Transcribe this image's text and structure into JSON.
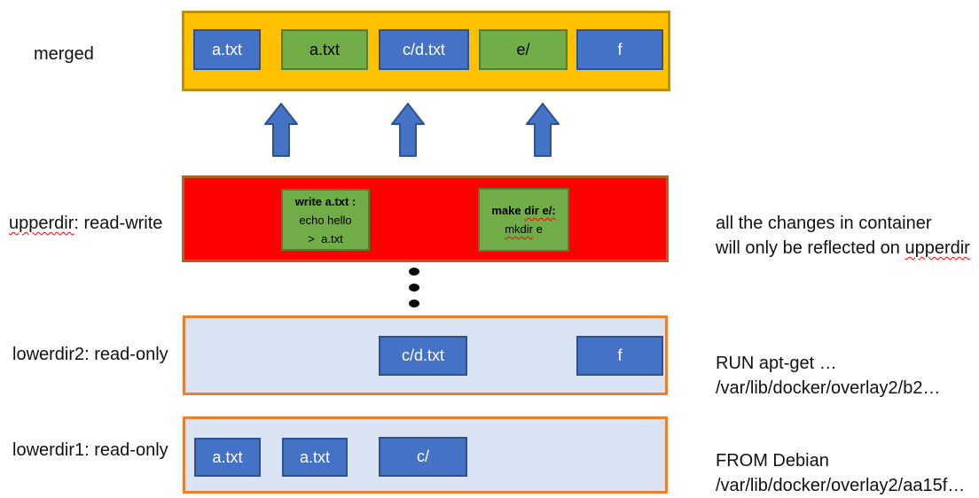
{
  "colors": {
    "gold_fill": "#FFC000",
    "gold_border": "#BF9000",
    "blue_fill": "#4472C4",
    "blue_border": "#2F528F",
    "green_fill": "#70AD47",
    "green_border": "#507E32",
    "red_fill": "#FF0000",
    "red_box_border": "#A9642A",
    "lower_fill": "#DAE3F3",
    "lower_border": "#ED7D31",
    "spellcheck_wave": "#FF0000"
  },
  "labels": {
    "merged": "merged",
    "upperdir_word": "upperdir",
    "upperdir_rest": ": read-write",
    "lowerdir2": "lowerdir2: read-only",
    "lowerdir1": "lowerdir1: read-only"
  },
  "merged_row": {
    "items": [
      {
        "label": "a.txt",
        "kind": "blue"
      },
      {
        "label": "a.txt",
        "kind": "green"
      },
      {
        "label": "c/d.txt",
        "kind": "blue"
      },
      {
        "label": "e/",
        "kind": "green"
      },
      {
        "label": "f",
        "kind": "blue"
      }
    ]
  },
  "upperdir": {
    "box1": {
      "title": "write a.txt :",
      "line1": "echo hello",
      "line2": ">  a.txt"
    },
    "box2": {
      "title_pre": "make ",
      "title_wavy": "dir e/:",
      "line_wavy": "mkdir",
      "line_post": " e"
    }
  },
  "lowerdir2_row": {
    "items": [
      {
        "label": "c/d.txt"
      },
      {
        "label": "f"
      }
    ]
  },
  "lowerdir1_row": {
    "items": [
      {
        "label": "a.txt"
      },
      {
        "label": "a.txt"
      },
      {
        "label": "c/"
      }
    ]
  },
  "notes": {
    "upperdir_line1": "all the changes in container",
    "upperdir_line2_pre": "will only be reflected on ",
    "upperdir_line2_wavy": "upperdir",
    "lowerdir2_line1": "RUN apt-get …",
    "lowerdir2_line2": "/var/lib/docker/overlay2/b2…",
    "lowerdir1_line1": "FROM Debian",
    "lowerdir1_line2": "/var/lib/docker/overlay2/aa15f…"
  }
}
